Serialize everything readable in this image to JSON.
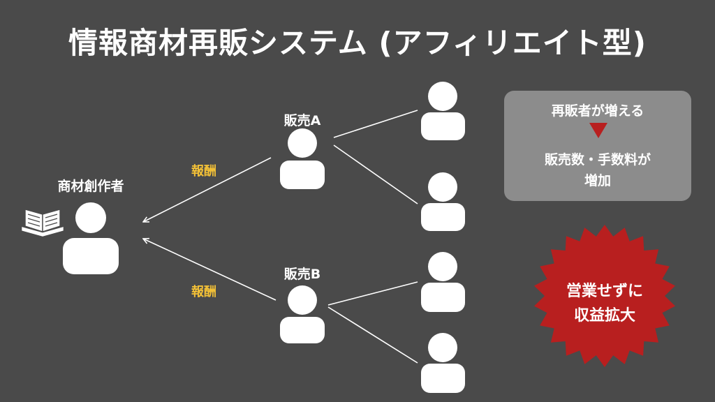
{
  "title": "情報商材再販システム (アフィリエイト型)",
  "creator": {
    "label": "商材創作者",
    "icon": "book-icon"
  },
  "seller_a": {
    "label": "販売A"
  },
  "seller_b": {
    "label": "販売B"
  },
  "reward_label": "報酬",
  "info_box": {
    "line1": "再販者が増える",
    "line2": "販売数・手数料が",
    "line3": "増加"
  },
  "badge": {
    "line1": "営業せずに",
    "line2": "収益拡大"
  },
  "colors": {
    "background": "#4a4a4a",
    "person": "#ffffff",
    "reward_text": "#f2c037",
    "info_box": "#8c8c8c",
    "badge": "#b81f1f",
    "arrow_triangle": "#b81f1f"
  }
}
